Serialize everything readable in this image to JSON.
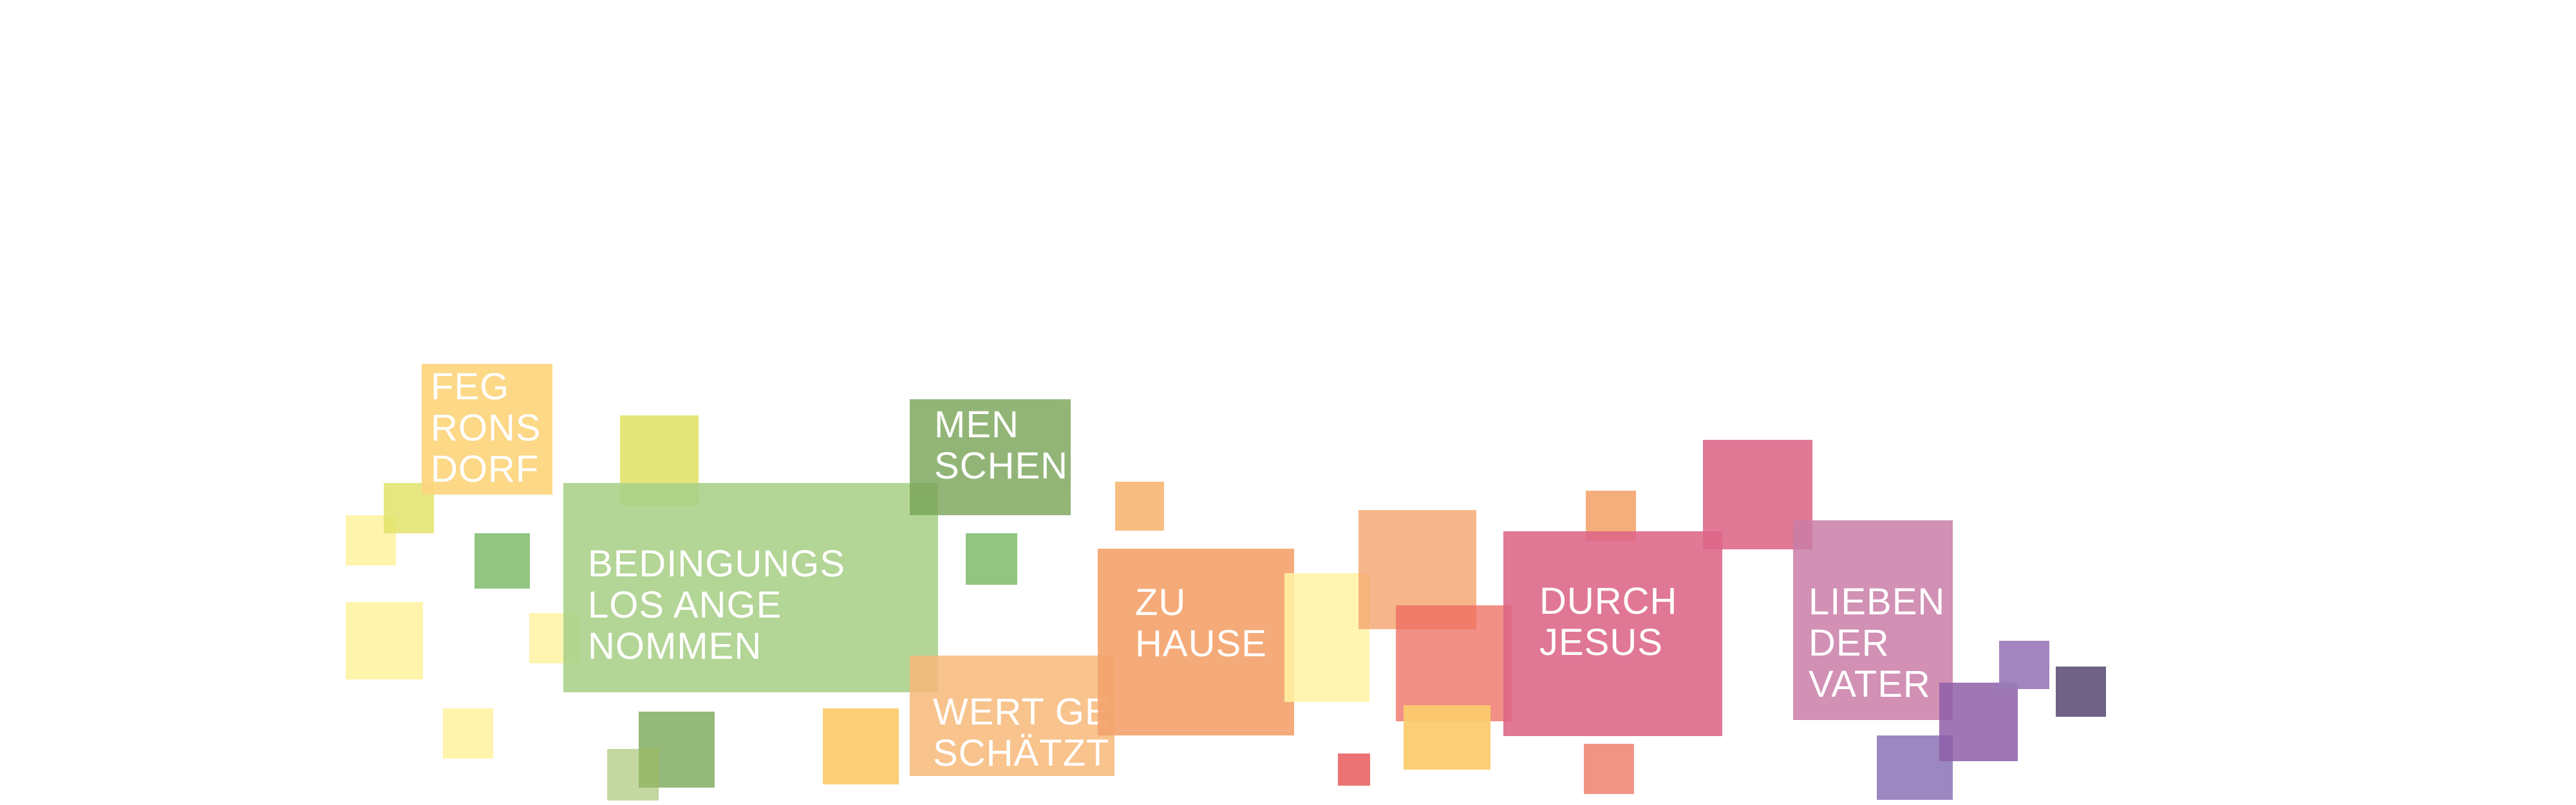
{
  "colors": {
    "yellow_light": "#FFF3A3",
    "yellow_green": "#E2E36A",
    "green_light": "#A9D088",
    "green_dark": "#8CB46F",
    "green_mid": "#8CC27A",
    "olive_green": "#9CBD61",
    "orange_light": "#F7B97A",
    "orange": "#F4A46E",
    "amber": "#FCCB6E",
    "salmon": "#F08E80",
    "pink": "#E07A95",
    "rose": "#D18FB2",
    "purple": "#9A7BB8",
    "violet": "#8E6BB0",
    "slate_purple": "#6E6285",
    "red": "#E85A5A",
    "gold_label": "#FCD681"
  },
  "labels": {
    "feg": [
      "FEG",
      "RONS",
      "DORF"
    ],
    "bedingungs": [
      "BEDINGUNGS",
      "LOS ANGE",
      "NOMMEN"
    ],
    "menschen": [
      "MEN",
      "SCHEN"
    ],
    "wertgeschaetzt": [
      "WERT GE",
      "SCHÄTZT"
    ],
    "zuhause": [
      "ZU",
      "HAUSE"
    ],
    "durchjesus": [
      "DURCH",
      "JESUS"
    ],
    "liebender": [
      "LIEBEN",
      "DER",
      "VATER"
    ]
  }
}
